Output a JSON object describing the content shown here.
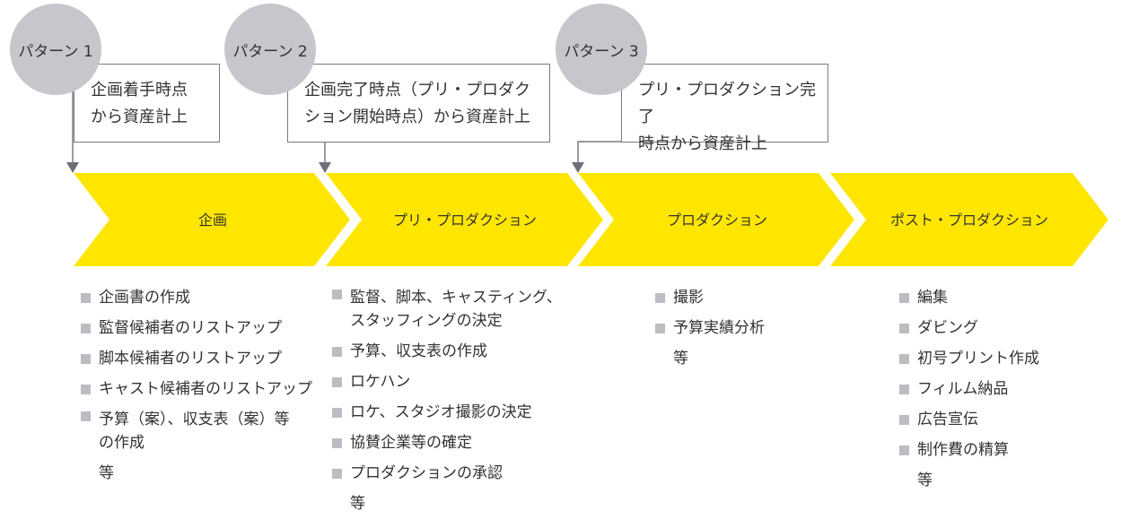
{
  "patterns": [
    {
      "badge": "パターン 1",
      "text_lines": [
        "企画着手時点",
        "から資産計上"
      ]
    },
    {
      "badge": "パターン 2",
      "text_lines": [
        "企画完了時点（プリ・プロダク",
        "ション開始時点）から資産計上"
      ]
    },
    {
      "badge": "パターン 3",
      "text_lines": [
        "プリ・プロダクション完了",
        "時点から資産計上"
      ]
    }
  ],
  "stages": [
    {
      "label": "企画",
      "items": [
        [
          "企画書の作成"
        ],
        [
          "監督候補者のリストアップ"
        ],
        [
          "脚本候補者のリストアップ"
        ],
        [
          "キャスト候補者のリストアップ"
        ],
        [
          "予算（案）、収支表（案）等",
          "の作成"
        ]
      ],
      "etc": "等"
    },
    {
      "label": "プリ・プロダクション",
      "items": [
        [
          "監督、脚本、キャスティング、",
          "スタッフィングの決定"
        ],
        [
          "予算、収支表の作成"
        ],
        [
          "ロケハン"
        ],
        [
          "ロケ、スタジオ撮影の決定"
        ],
        [
          "協賛企業等の確定"
        ],
        [
          "プロダクションの承認"
        ]
      ],
      "etc": "等"
    },
    {
      "label": "プロダクション",
      "items": [
        [
          "撮影"
        ],
        [
          "予算実績分析"
        ]
      ],
      "etc": "等"
    },
    {
      "label": "ポスト・プロダクション",
      "items": [
        [
          "編集"
        ],
        [
          "ダビング"
        ],
        [
          "初号プリント作成"
        ],
        [
          "フィルム納品"
        ],
        [
          "広告宣伝"
        ],
        [
          "制作費の精算"
        ]
      ],
      "etc": "等"
    }
  ],
  "colors": {
    "chevron": "#ffe600",
    "badge": "#c6c6cc",
    "line": "#7a7a80"
  }
}
